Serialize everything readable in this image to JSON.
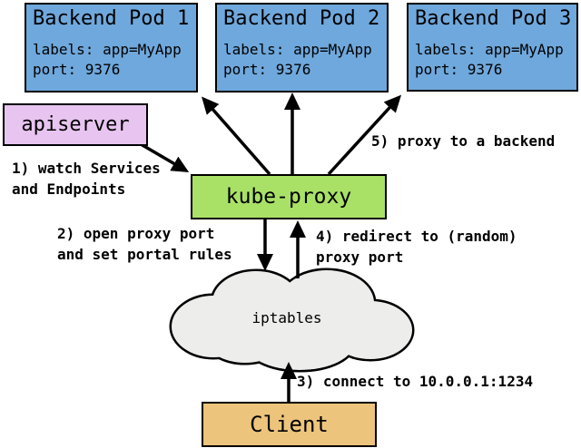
{
  "diagram": {
    "nodes": {
      "pods": [
        {
          "title": "Backend Pod 1",
          "labels": "labels: app=MyApp",
          "port": "port: 9376"
        },
        {
          "title": "Backend Pod 2",
          "labels": "labels: app=MyApp",
          "port": "port: 9376"
        },
        {
          "title": "Backend Pod 3",
          "labels": "labels: app=MyApp",
          "port": "port: 9376"
        }
      ],
      "apiserver": {
        "label": "apiserver"
      },
      "kube_proxy": {
        "label": "kube-proxy"
      },
      "iptables": {
        "label": "iptables"
      },
      "client": {
        "label": "Client"
      }
    },
    "steps": {
      "s1": {
        "line1": "1) watch Services",
        "line2": "and Endpoints"
      },
      "s2": {
        "line1": "2) open proxy port",
        "line2": "and set portal rules"
      },
      "s3": {
        "line1": "3) connect to 10.0.0.1:1234"
      },
      "s4": {
        "line1": "4) redirect to (random)",
        "line2": "proxy port"
      },
      "s5": {
        "line1": "5) proxy to a backend"
      }
    },
    "colors": {
      "pod_fill": "#6fa8dc",
      "apiserver_fill": "#e8c4f0",
      "kube_proxy_fill": "#a9e167",
      "client_fill": "#ecc47c",
      "cloud_fill": "#ededeb",
      "line": "#000000"
    }
  }
}
